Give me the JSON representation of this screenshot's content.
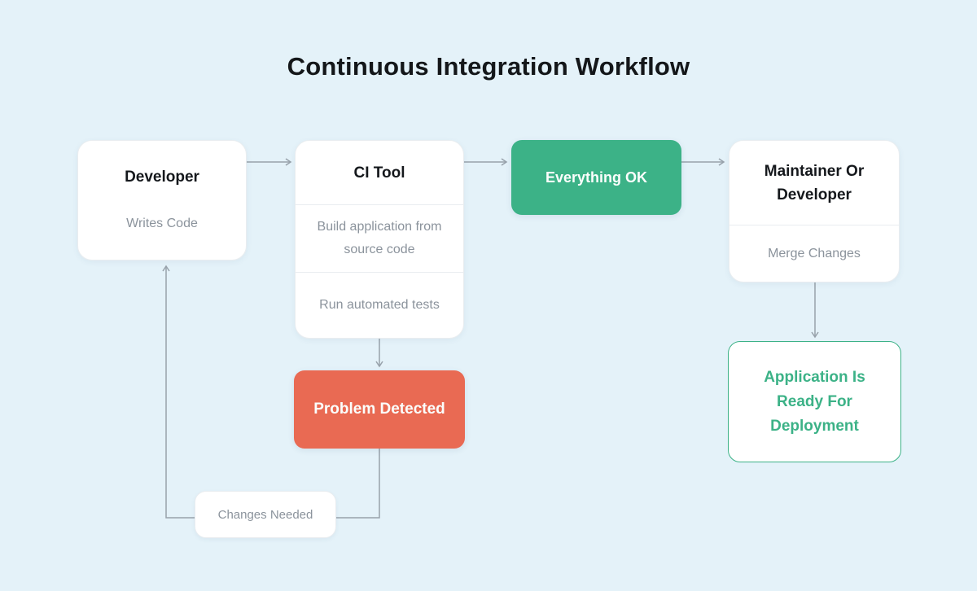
{
  "title": "Continuous Integration Workflow",
  "colors": {
    "background": "#e4f2f9",
    "node_background": "#ffffff",
    "node_border": "#e9edf0",
    "heading_text": "#15181c",
    "muted_text": "#8b939c",
    "success_green": "#3cb287",
    "error_red": "#e96a53",
    "connector_gray": "#98a2ab"
  },
  "nodes": {
    "developer": {
      "title": "Developer",
      "subtitle": "Writes Code"
    },
    "ci_tool": {
      "title": "CI Tool",
      "steps": [
        "Build application from source code",
        "Run automated tests"
      ]
    },
    "everything_ok": {
      "label": "Everything OK"
    },
    "maintainer": {
      "title": "Maintainer Or Developer",
      "subtitle": "Merge Changes"
    },
    "problem_detected": {
      "label": "Problem Detected"
    },
    "app_ready": {
      "label": "Application Is Ready For Deployment"
    },
    "changes_needed": {
      "label": "Changes Needed"
    }
  }
}
